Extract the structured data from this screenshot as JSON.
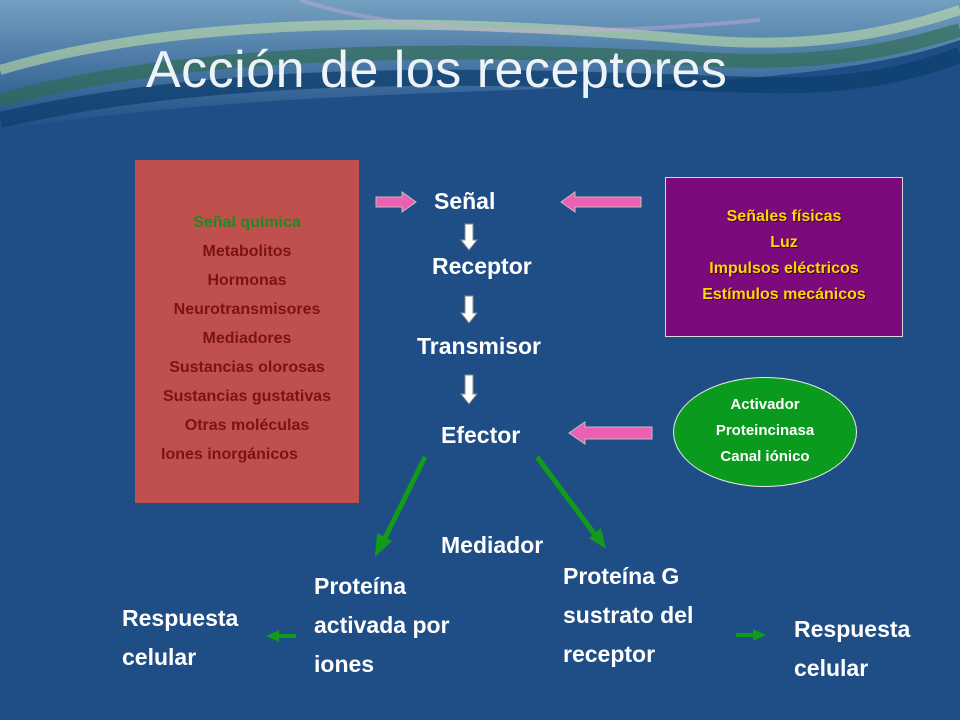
{
  "title": "Acción de los receptores",
  "left_box": {
    "lines": [
      "Señal química",
      "Metabolitos",
      "Hormonas",
      "Neurotransmisores",
      "Mediadores",
      "Sustancias olorosas",
      "Sustancias gustativas",
      "Otras moléculas",
      "Iones inorgánicos"
    ]
  },
  "right_box": {
    "lines": [
      "Señales  físicas",
      "Luz",
      "Impulsos eléctricos",
      "Estímulos mecánicos"
    ]
  },
  "ellipse": {
    "lines": [
      "Activador",
      "Proteincinasa",
      "Canal iónico"
    ]
  },
  "center": {
    "senal": "Señal",
    "receptor": "Receptor",
    "transmisor": "Transmisor",
    "efector": "Efector",
    "mediador": "Mediador"
  },
  "bottom": {
    "prot_iones": [
      "Proteína",
      "activada por",
      "iones"
    ],
    "prot_g": [
      "Proteína G",
      "sustrato del",
      "receptor"
    ],
    "resp_left": [
      "Respuesta",
      "celular"
    ],
    "resp_right": [
      "Respuesta",
      "celular"
    ]
  },
  "colors": {
    "background": "#1f4e86",
    "left_box": "#c0504d",
    "right_box": "#7b0a7d",
    "ellipse": "#0a9a1e",
    "pink_arrow": "#ec5fb4",
    "green_arrow": "#129a1a"
  }
}
